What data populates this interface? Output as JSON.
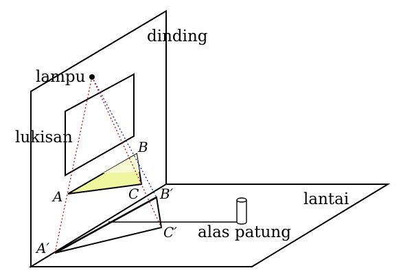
{
  "labels": {
    "wall": "dinding",
    "lamp": "lampu",
    "painting": "lukisan",
    "floor": "lantai",
    "pedestal": "alas patung",
    "a": "A",
    "b": "B",
    "c": "C",
    "a_prime": "A′",
    "b_prime": "B′",
    "c_prime": "C′"
  },
  "colors": {
    "stroke": "#000000",
    "triangle_fill": "#eef7a0",
    "triangle_shade": "#f6fbd6",
    "ray_red": "#c2161b",
    "ray_blue": "#1c2fb5"
  }
}
